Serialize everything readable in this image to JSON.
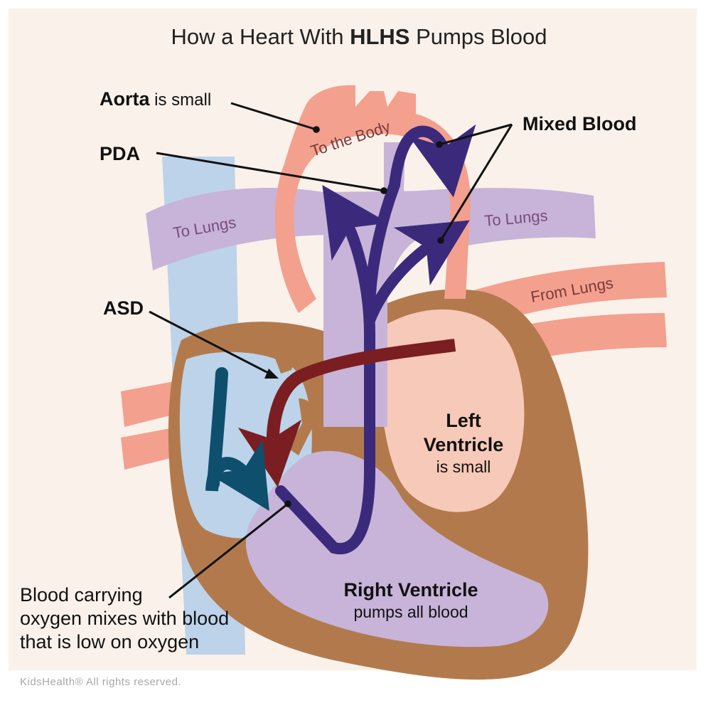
{
  "title": {
    "prefix": "How a Heart With ",
    "emphasis": "HLHS",
    "suffix": " Pumps Blood"
  },
  "labels": {
    "aorta_bold": "Aorta",
    "aorta_rest": " is small",
    "pda": "PDA",
    "mixed_blood": "Mixed Blood",
    "asd": "ASD",
    "left_ventricle_l1": "Left",
    "left_ventricle_l2": "Ventricle",
    "left_ventricle_l3": "is small",
    "right_ventricle_l1": "Right Ventricle",
    "right_ventricle_l2": "pumps all blood",
    "mixing_l1": "Blood carrying",
    "mixing_l2": "oxygen mixes with blood",
    "mixing_l3": "that is low on oxygen"
  },
  "vessel_labels": {
    "to_the_body": "To the Body",
    "to_lungs_left": "To Lungs",
    "to_lungs_right": "To Lungs",
    "from_lungs": "From Lungs"
  },
  "credit": "KidsHealth® All rights reserved.",
  "colors": {
    "background": "#faf1ea",
    "heart_muscle": "#b27a4c",
    "aorta": "#f3a08f",
    "pulmonary": "#c7b4d8",
    "vena_cava": "#bcd3ea",
    "mixed_blood_arrow": "#3b2a7c",
    "oxygenated_arrow": "#7a1e22",
    "deoxygenated_arrow": "#0e4f6e",
    "left_ventricle": "#f6c9b8"
  }
}
